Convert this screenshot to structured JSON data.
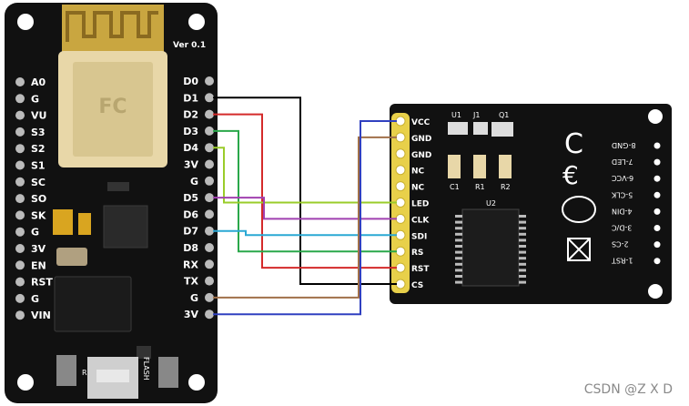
{
  "nodemcu": {
    "version_label": "Ver 0.1",
    "left_pins": [
      "A0",
      "G",
      "VU",
      "S3",
      "S2",
      "S1",
      "SC",
      "SO",
      "SK",
      "G",
      "3V",
      "EN",
      "RST",
      "G",
      "VIN"
    ],
    "right_pins": [
      "D0",
      "D1",
      "D2",
      "D3",
      "D4",
      "3V",
      "G",
      "D5",
      "D6",
      "D7",
      "D8",
      "RX",
      "TX",
      "G",
      "3V"
    ],
    "button_rst": "RST",
    "button_flash": "FLASH"
  },
  "lcd_module": {
    "pins": [
      "VCC",
      "GND",
      "GND",
      "NC",
      "NC",
      "LED",
      "CLK",
      "SDI",
      "RS",
      "RST",
      "CS"
    ],
    "right_side_labels": [
      "8-GND",
      "7-LED",
      "6-VCC",
      "5-CLK",
      "4-DIN",
      "3-D/C",
      "2-CS",
      "1-RST"
    ],
    "components": [
      "U1",
      "J1",
      "Q1",
      "C1",
      "R1",
      "R2",
      "U2"
    ]
  },
  "wires": [
    {
      "from": "D1",
      "to": "CS",
      "color": "#000000"
    },
    {
      "from": "D2",
      "to": "RST",
      "color": "#d42a2a"
    },
    {
      "from": "D3",
      "to": "RS",
      "color": "#2aa84a"
    },
    {
      "from": "D4",
      "to": "LED",
      "color": "#9acc2a"
    },
    {
      "from": "D5",
      "to": "CLK",
      "color": "#a040b0"
    },
    {
      "from": "D7",
      "to": "SDI",
      "color": "#2aa8d4"
    },
    {
      "from": "G",
      "to": "GND",
      "color": "#a0704a"
    },
    {
      "from": "3V",
      "to": "VCC",
      "color": "#3040c0"
    }
  ],
  "watermark": "CSDN @Z X D"
}
